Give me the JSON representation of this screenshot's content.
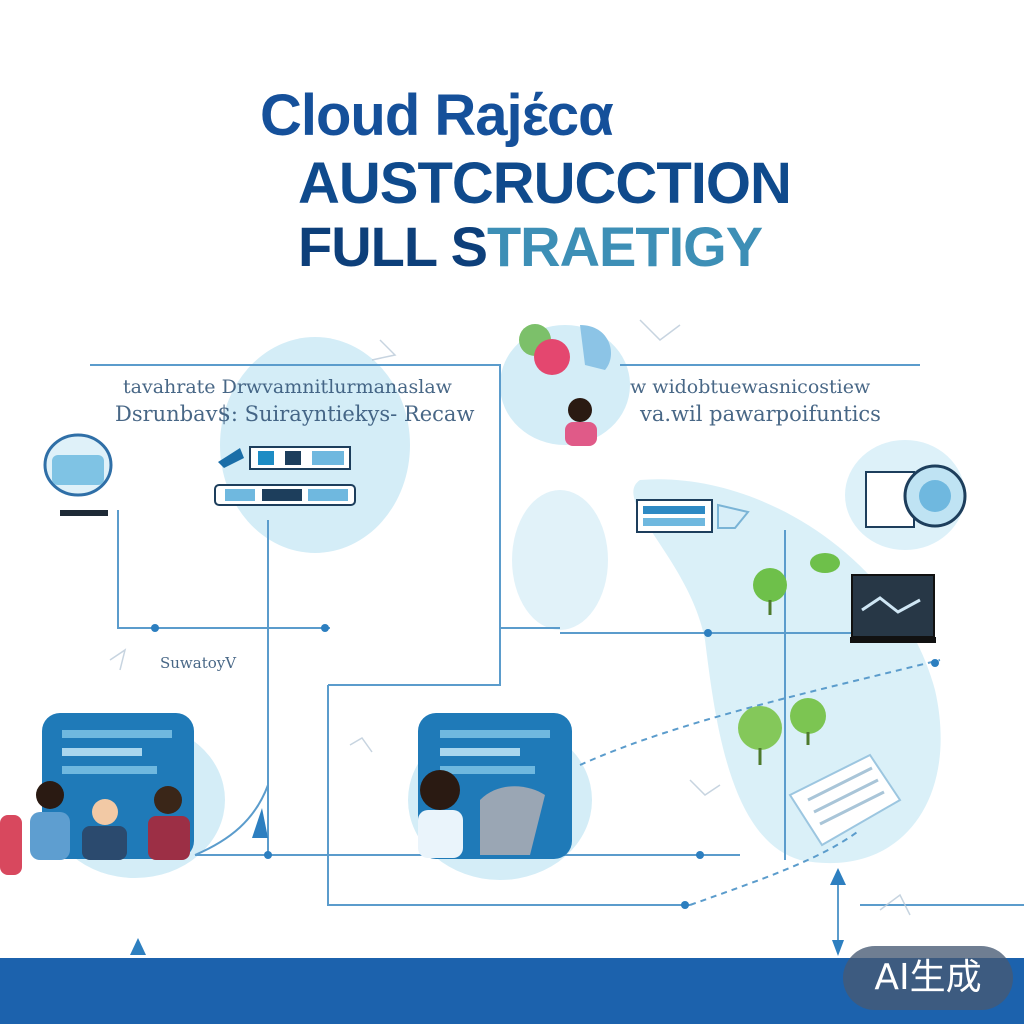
{
  "title": {
    "line1": "Cloud Rajέcα",
    "line2": "AUSTCRUCCTION",
    "line3_part1": "FULL S",
    "line3_part2": "TRAETIGY"
  },
  "labels": {
    "left_top": "tavahrate   Drwvamnitlurmanaslaw",
    "left_bottom": "Dsrunbav$:  Suirayntiekys- Recaw",
    "right_top": "w widobtuewasnicostiew",
    "right_bottom": "va.wil pawarpoifuntics",
    "small_mid": "SuwatoyV"
  },
  "badge": {
    "text": "AI生成"
  },
  "colors": {
    "title_blue": "#15509a",
    "accent_teal": "#3d8fb6",
    "bubble": "#cfeaf5",
    "panel": "#1f7ab8",
    "line": "#5b9ccc",
    "footer": "#1c62ad"
  }
}
